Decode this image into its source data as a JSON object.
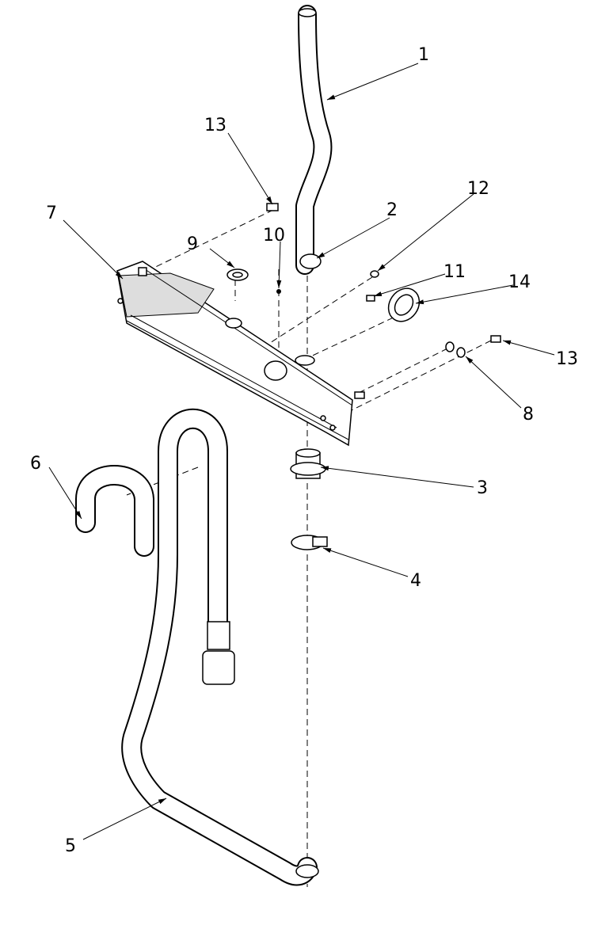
{
  "diagram": {
    "type": "exploded-parts-view",
    "callouts": [
      {
        "id": "c1",
        "text": "1"
      },
      {
        "id": "c2",
        "text": "2"
      },
      {
        "id": "c3",
        "text": "3"
      },
      {
        "id": "c4",
        "text": "4"
      },
      {
        "id": "c5",
        "text": "5"
      },
      {
        "id": "c6",
        "text": "6"
      },
      {
        "id": "c7",
        "text": "7"
      },
      {
        "id": "c8",
        "text": "8"
      },
      {
        "id": "c9",
        "text": "9"
      },
      {
        "id": "c10",
        "text": "10"
      },
      {
        "id": "c11",
        "text": "11"
      },
      {
        "id": "c12",
        "text": "12"
      },
      {
        "id": "c13a",
        "text": "13"
      },
      {
        "id": "c13b",
        "text": "13"
      },
      {
        "id": "c14",
        "text": "14"
      }
    ]
  }
}
